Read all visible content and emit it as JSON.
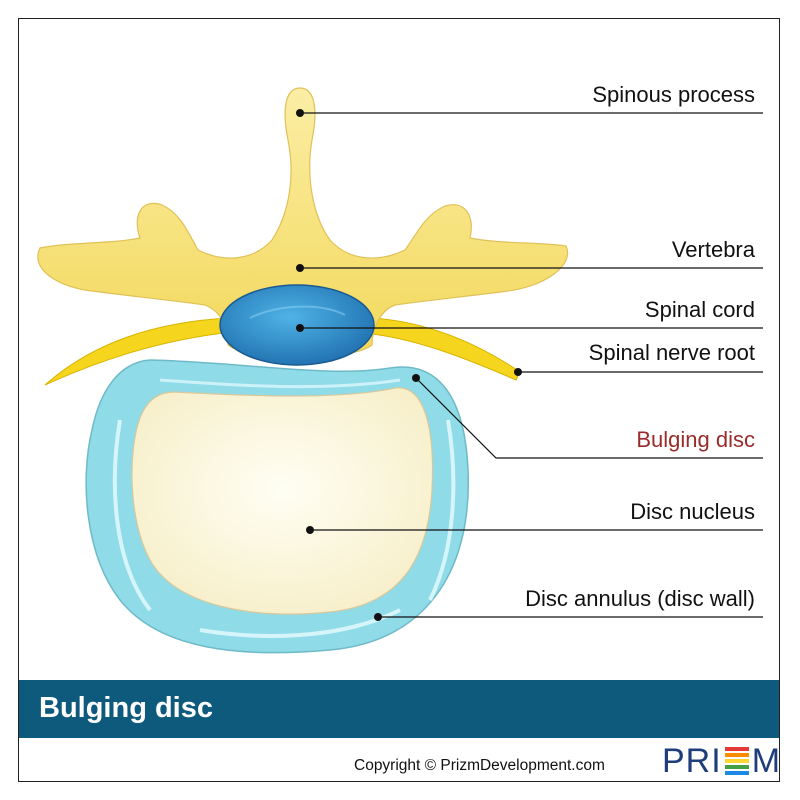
{
  "title": "Bulging disc",
  "labels": {
    "spinous_process": "Spinous process",
    "vertebra": "Vertebra",
    "spinal_cord": "Spinal cord",
    "spinal_nerve_root": "Spinal nerve root",
    "bulging_disc": "Bulging disc",
    "disc_nucleus": "Disc nucleus",
    "disc_annulus": "Disc annulus (disc wall)"
  },
  "copyright": "Copyright © PrizmDevelopment.com",
  "logo": {
    "left": "PRI",
    "right": "M",
    "bar_colors": [
      "#e53935",
      "#fb8c00",
      "#fdd835",
      "#43a047",
      "#1e88e5"
    ]
  },
  "colors": {
    "banner": "#0e5a7c",
    "highlight_label": "#9a2b2b",
    "bone": "#f7e27a",
    "cord": "#2f8fc9",
    "annulus": "#8fdbe8",
    "nucleus": "#fbf6dc"
  }
}
